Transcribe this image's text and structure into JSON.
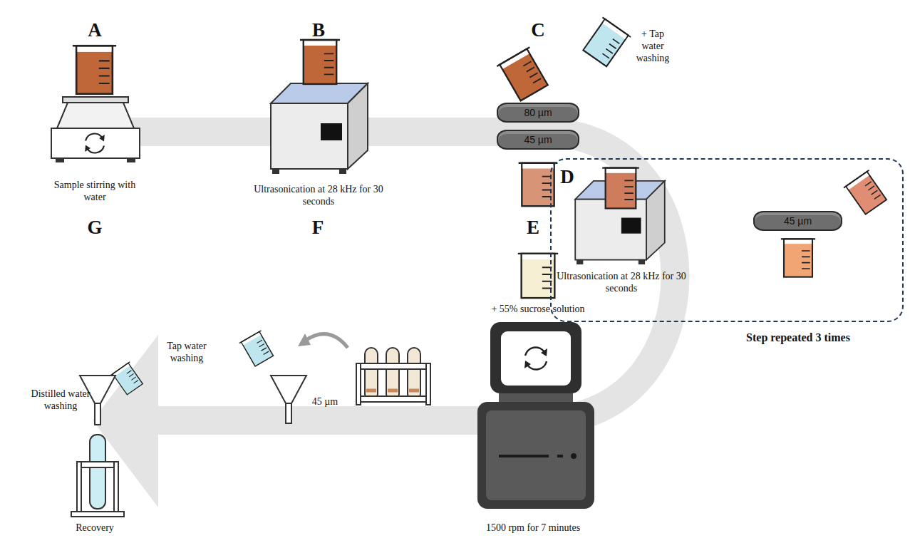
{
  "diagram": {
    "nodes": [
      {
        "text": [
          "80 µm"
        ]
      },
      {
        "text": [
          "45 µm"
        ]
      },
      {
        "text": [
          "D",
          "Ultrasonication at 28 kHz for 30 seconds",
          "Step repeated 3 times"
        ]
      },
      {
        "text": [
          "45 µm"
        ],
        "in": 2
      }
    ],
    "labels": [
      "A",
      "B",
      "C",
      "Sample stirring with water",
      "Ultrasonication at 28 kHz for 30 seconds",
      "+ Tap water washing",
      "E",
      "F",
      "G",
      "+ 55% sucrose solution",
      "1500 rpm for 7 minutes",
      "Tap water washing",
      "45 µm",
      "Distilled water washing",
      "Recovery"
    ]
  }
}
